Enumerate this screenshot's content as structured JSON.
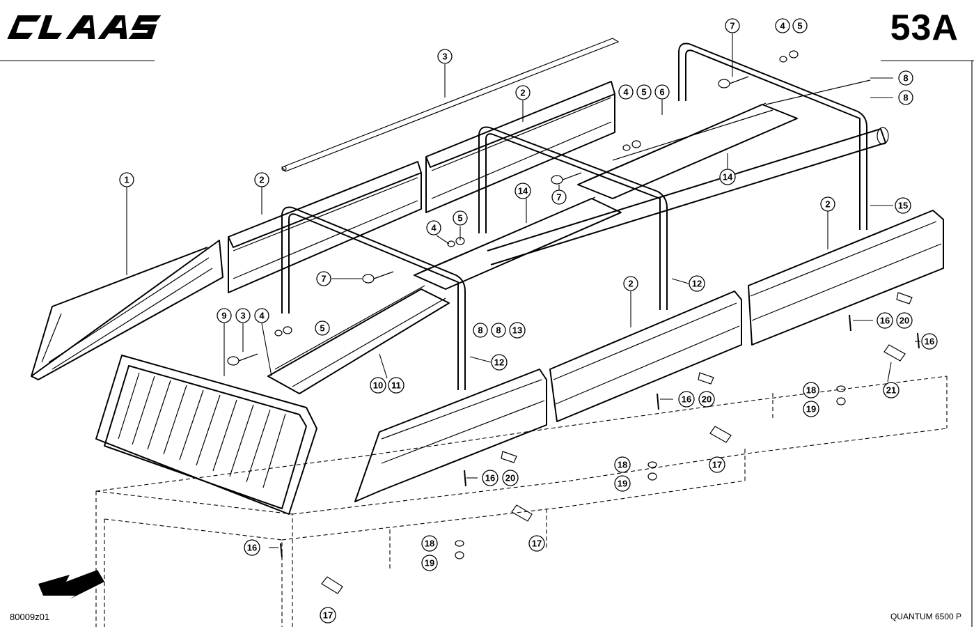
{
  "header": {
    "brand": "CLAAS",
    "page_number": "53A"
  },
  "footer": {
    "document_code": "80009z01",
    "model": "QUANTUM 6500 P"
  },
  "callouts": [
    {
      "id": "c1",
      "label": "1"
    },
    {
      "id": "c2a",
      "label": "2"
    },
    {
      "id": "c2b",
      "label": "2"
    },
    {
      "id": "c2c",
      "label": "2"
    },
    {
      "id": "c2d",
      "label": "2"
    },
    {
      "id": "c3a",
      "label": "3"
    },
    {
      "id": "c3b",
      "label": "3"
    },
    {
      "id": "c4a",
      "label": "4"
    },
    {
      "id": "c4b",
      "label": "4"
    },
    {
      "id": "c4c",
      "label": "4"
    },
    {
      "id": "c4d",
      "label": "4"
    },
    {
      "id": "c5a",
      "label": "5"
    },
    {
      "id": "c5b",
      "label": "5"
    },
    {
      "id": "c5c",
      "label": "5"
    },
    {
      "id": "c5d",
      "label": "5"
    },
    {
      "id": "c6",
      "label": "6"
    },
    {
      "id": "c7a",
      "label": "7"
    },
    {
      "id": "c7b",
      "label": "7"
    },
    {
      "id": "c7c",
      "label": "7"
    },
    {
      "id": "c8a",
      "label": "8"
    },
    {
      "id": "c8b",
      "label": "8"
    },
    {
      "id": "c8c",
      "label": "8"
    },
    {
      "id": "c8d",
      "label": "8"
    },
    {
      "id": "c9",
      "label": "9"
    },
    {
      "id": "c10",
      "label": "10"
    },
    {
      "id": "c11",
      "label": "11"
    },
    {
      "id": "c12a",
      "label": "12"
    },
    {
      "id": "c12b",
      "label": "12"
    },
    {
      "id": "c13",
      "label": "13"
    },
    {
      "id": "c14a",
      "label": "14"
    },
    {
      "id": "c14b",
      "label": "14"
    },
    {
      "id": "c15",
      "label": "15"
    },
    {
      "id": "c16a",
      "label": "16"
    },
    {
      "id": "c16b",
      "label": "16"
    },
    {
      "id": "c16c",
      "label": "16"
    },
    {
      "id": "c16d",
      "label": "16"
    },
    {
      "id": "c16e",
      "label": "16"
    },
    {
      "id": "c17a",
      "label": "17"
    },
    {
      "id": "c17b",
      "label": "17"
    },
    {
      "id": "c17c",
      "label": "17"
    },
    {
      "id": "c18a",
      "label": "18"
    },
    {
      "id": "c18b",
      "label": "18"
    },
    {
      "id": "c18c",
      "label": "18"
    },
    {
      "id": "c19a",
      "label": "19"
    },
    {
      "id": "c19b",
      "label": "19"
    },
    {
      "id": "c19c",
      "label": "19"
    },
    {
      "id": "c20a",
      "label": "20"
    },
    {
      "id": "c20b",
      "label": "20"
    },
    {
      "id": "c20c",
      "label": "20"
    },
    {
      "id": "c21",
      "label": "21"
    }
  ]
}
